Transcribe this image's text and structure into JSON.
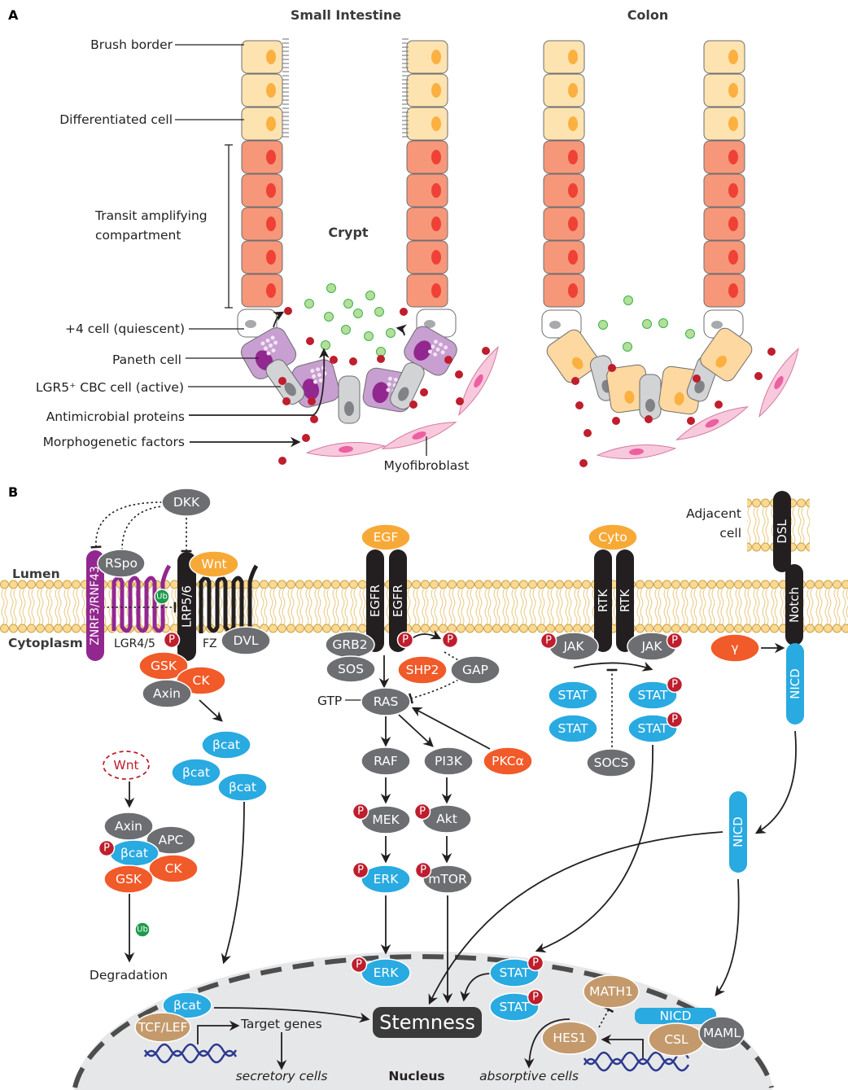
{
  "panel_a": {
    "label": "A",
    "titles": {
      "small_intestine": "Small Intestine",
      "colon": "Colon"
    },
    "labels": {
      "brush_border": "Brush border",
      "differentiated_cell": "Differentiated cell",
      "transit_amplifying_1": "Transit amplifying",
      "transit_amplifying_2": "compartment",
      "crypt": "Crypt",
      "plus4_cell": "+4 cell (quiescent)",
      "paneth_cell": "Paneth cell",
      "lgr5_cell": "LGR5⁺ CBC cell (active)",
      "antimicrobial_proteins": "Antimicrobial proteins",
      "morphogenetic_factors": "Morphogenetic factors",
      "myofibroblast": "Myofibroblast"
    }
  },
  "panel_b": {
    "label": "B",
    "compartments": {
      "lumen": "Lumen",
      "cytoplasm": "Cytoplasm",
      "adjacent_cell": "Adjacent",
      "adjacent_cell_2": "cell",
      "nucleus": "Nucleus"
    },
    "wnt": {
      "dkk": "DKK",
      "rspo": "RSpo",
      "znrf3": "ZNRF3/RNF43",
      "lgr45": "LGR4/5",
      "lrp56": "LRP5/6",
      "wnt": "Wnt",
      "fz": "FZ",
      "dvl": "DVL",
      "ub": "Ub",
      "p": "P",
      "gsk": "GSK",
      "ck": "CK",
      "axin": "Axin",
      "bcat": "βcat",
      "apc": "APC",
      "degradation": "Degradation"
    },
    "egf": {
      "egf": "EGF",
      "egfr": "EGFR",
      "grb2": "GRB2",
      "sos": "SOS",
      "shp2": "SHP2",
      "gap": "GAP",
      "gtp": "GTP",
      "ras": "RAS",
      "raf": "RAF",
      "pi3k": "PI3K",
      "pkca": "PKCα",
      "mek": "MEK",
      "akt": "Akt",
      "erk": "ERK",
      "mtor": "mTOR"
    },
    "cytokine": {
      "cyto": "Cyto",
      "rtk": "RTK",
      "jak": "JAK",
      "stat": "STAT",
      "socs": "SOCS"
    },
    "notch": {
      "dsl": "DSL",
      "notch": "Notch",
      "gamma": "γ",
      "nicd": "NICD"
    },
    "nucleus": {
      "stemness": "Stemness",
      "tcf_lef": "TCF/LEF",
      "target_genes": "Target genes",
      "secretory_cells": "secretory cells",
      "absorptive_cells": "absorptive cells",
      "math1": "MATH1",
      "hes1": "HES1",
      "csl": "CSL",
      "maml": "MAML"
    }
  },
  "colors": {
    "grey_protein": "#6d6e71",
    "orange_kinase": "#f15a29",
    "blue_effector": "#29aae1",
    "ligand": "#f7a937",
    "transcription_factor": "#c49a6c",
    "phospho": "#be1e2d",
    "purple_receptor": "#92278f",
    "receptor": "#231f20",
    "ub": "#1d9a4a",
    "differentiated_cell": "#fde3b0",
    "ta_cell": "#f6977a",
    "paneth_cell": "#c79fd0",
    "myofibroblast": "#f8c9dc"
  }
}
